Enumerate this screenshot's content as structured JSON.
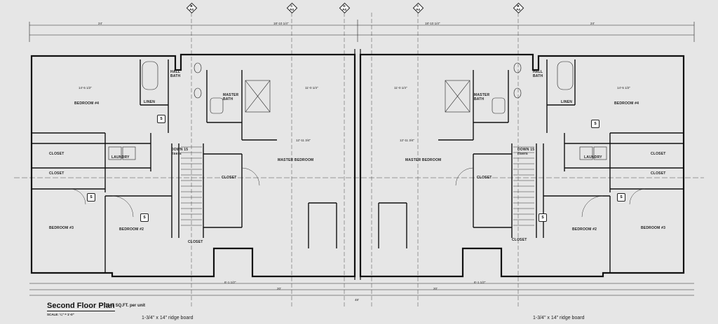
{
  "drawing": {
    "title": "Second Floor Plan",
    "sqft": "1147 SQ.FT. per unit",
    "scale": "SCALE: ¼\" = 1'-0\"",
    "ridge_left": "1-3/4\" x 14\"  ridge board",
    "ridge_right": "1-3/4\" x 14\"  ridge board"
  },
  "section_markers": [
    {
      "letter": "B",
      "sheet": "A4"
    },
    {
      "letter": "C",
      "sheet": "A4"
    },
    {
      "letter": "D",
      "sheet": "A4"
    },
    {
      "letter": "C",
      "sheet": "A4"
    },
    {
      "letter": "B",
      "sheet": "A4"
    }
  ],
  "rooms": {
    "bedroom4_left": "BEDROOM #4",
    "bedroom4_right": "BEDROOM #4",
    "bedroom3_left": "BEDROOM #3",
    "bedroom3_right": "BEDROOM #3",
    "bedroom2_left": "BEDROOM #2",
    "bedroom2_right": "BEDROOM #2",
    "master_left": "MASTER BEDROOM",
    "master_right": "MASTER BEDROOM",
    "master_bath_left": "MASTER BATH",
    "master_bath_right": "MASTER BATH",
    "hall_bath_left": "HALL BATH",
    "hall_bath_right": "HALL BATH",
    "laundry_left": "LAUNDRY",
    "laundry_right": "LAUNDRY",
    "linen_left": "LINEN",
    "linen_right": "LINEN",
    "closet_l1": "CLOSET",
    "closet_l2": "CLOSET",
    "closet_l3": "CLOSET",
    "closet_l4": "CLOSET",
    "closet_r1": "CLOSET",
    "closet_r2": "CLOSET",
    "closet_r3": "CLOSET",
    "closet_r4": "CLOSET",
    "down_left": "DOWN 15 risers",
    "down_right": "DOWN 15 risers"
  },
  "dimensions": {
    "overall": "24'",
    "mid_l": "18'-10 1/4\"",
    "mid_r": "18'-10 1/4\"",
    "d1": "14'-5 1/2\"",
    "d2": "14'-5 1/2\"",
    "d3": "11'-0 1/4\"",
    "d4": "11'-0 1/4\"",
    "d5": "12'-11 3/4\"",
    "d6": "12'-11 3/4\"",
    "d7": "6'-1 1/2\"",
    "d8": "6'-1 1/2\"",
    "d9": "20'",
    "d10": "20'",
    "d11": "48'"
  }
}
